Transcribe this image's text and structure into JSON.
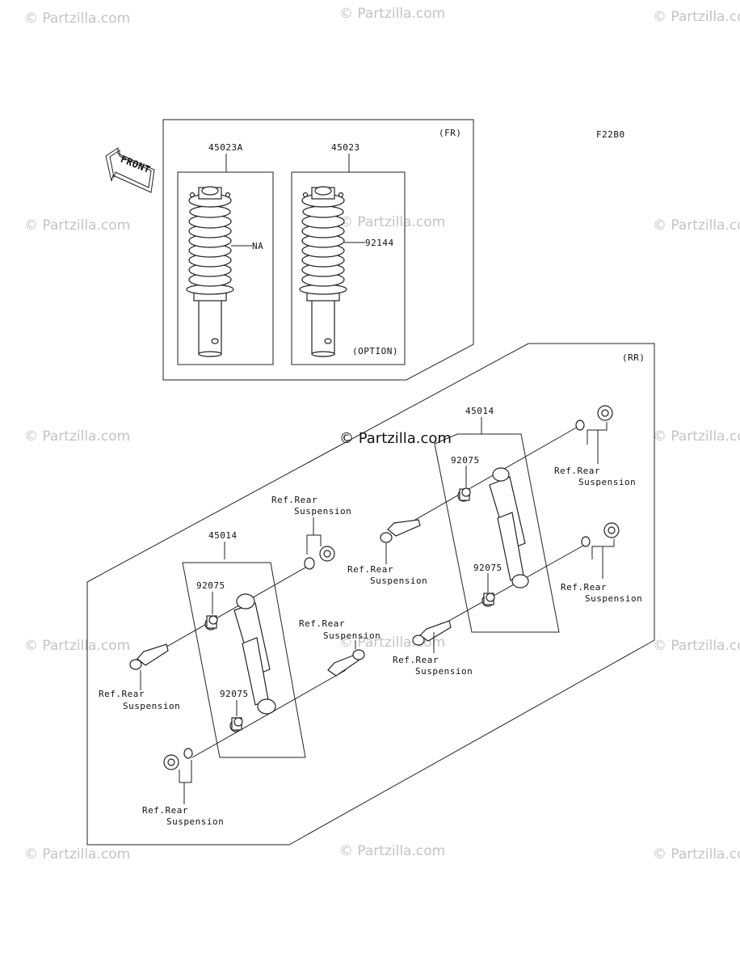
{
  "watermarks": {
    "text": "© Partzilla.com",
    "center_text": "© Partzilla.com"
  },
  "diagram": {
    "code": "F22B0",
    "front_arrow_label": "FRONT",
    "front_section": {
      "tag": "(FR)",
      "option_tag": "(OPTION)",
      "left_part_number": "45023A",
      "left_spring_label": "NA",
      "right_part_number": "45023",
      "right_spring_label": "92144"
    },
    "rear_section": {
      "tag": "(RR)",
      "shock_part_number": "45014",
      "bushing_part_number": "92075",
      "ref_label_line1": "Ref.Rear",
      "ref_label_line2": "Suspension"
    }
  }
}
